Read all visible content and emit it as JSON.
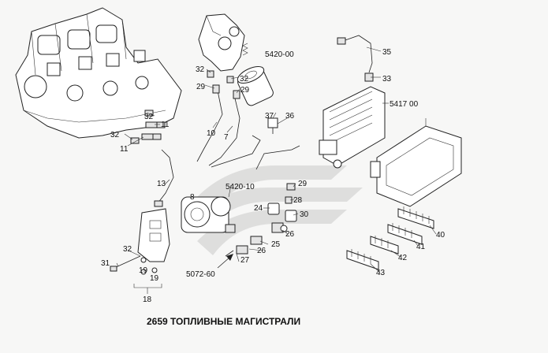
{
  "title": "2659 ТОПЛИВНЫЕ МАГИСТРАЛИ",
  "callouts": {
    "c5420_00": "5420-00",
    "c5417_00": "5417 00",
    "c5420_10": "5420-10",
    "c5072_60": "5072-60",
    "c35": "35",
    "c33": "33",
    "c32a": "32",
    "c32b": "32",
    "c32c": "32",
    "c32d": "32",
    "c29a": "29",
    "c29b": "29",
    "c29c": "29",
    "c11a": "11",
    "c11b": "11",
    "c10": "10",
    "c7": "7",
    "c37": "37",
    "c36": "36",
    "c13": "13",
    "c8": "8",
    "c24": "24",
    "c28": "28",
    "c30": "30",
    "c26a": "26",
    "c26b": "26",
    "c25": "25",
    "c27": "27",
    "c31": "31",
    "c19a": "19",
    "c19b": "19",
    "c18": "18",
    "c40": "40",
    "c41": "41",
    "c42": "42",
    "c43": "43"
  },
  "watermark": "logo"
}
